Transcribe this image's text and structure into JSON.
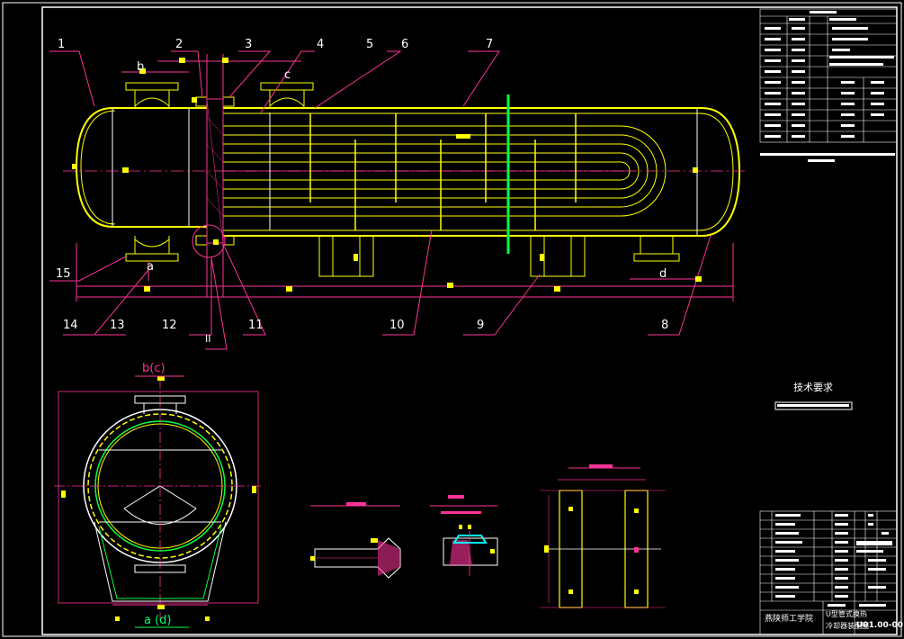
{
  "part_labels": [
    "1",
    "2",
    "3",
    "4",
    "5",
    "6",
    "7",
    "8",
    "9",
    "10",
    "11",
    "12",
    "13",
    "14",
    "15"
  ],
  "nozzle_labels": {
    "a": "a",
    "b": "b",
    "c": "c",
    "d": "d"
  },
  "detail_label": "II",
  "section_top_label": "b(c)",
  "section_bottom_label": "a (d)",
  "tech_req_title": "技术要求",
  "title_block": {
    "school": "燕陕师工学院",
    "title_line1": "U型管式换热",
    "title_line2": "冷却器装配图",
    "drawing_no": "U01.00-00"
  },
  "colors": {
    "frame": "#ffffff",
    "shell": "#ffff00",
    "dimension": "#ff3399",
    "green": "#00ff44",
    "cyan": "#00ffff",
    "marker": "#ffff00",
    "redmark": "#ff0055"
  }
}
